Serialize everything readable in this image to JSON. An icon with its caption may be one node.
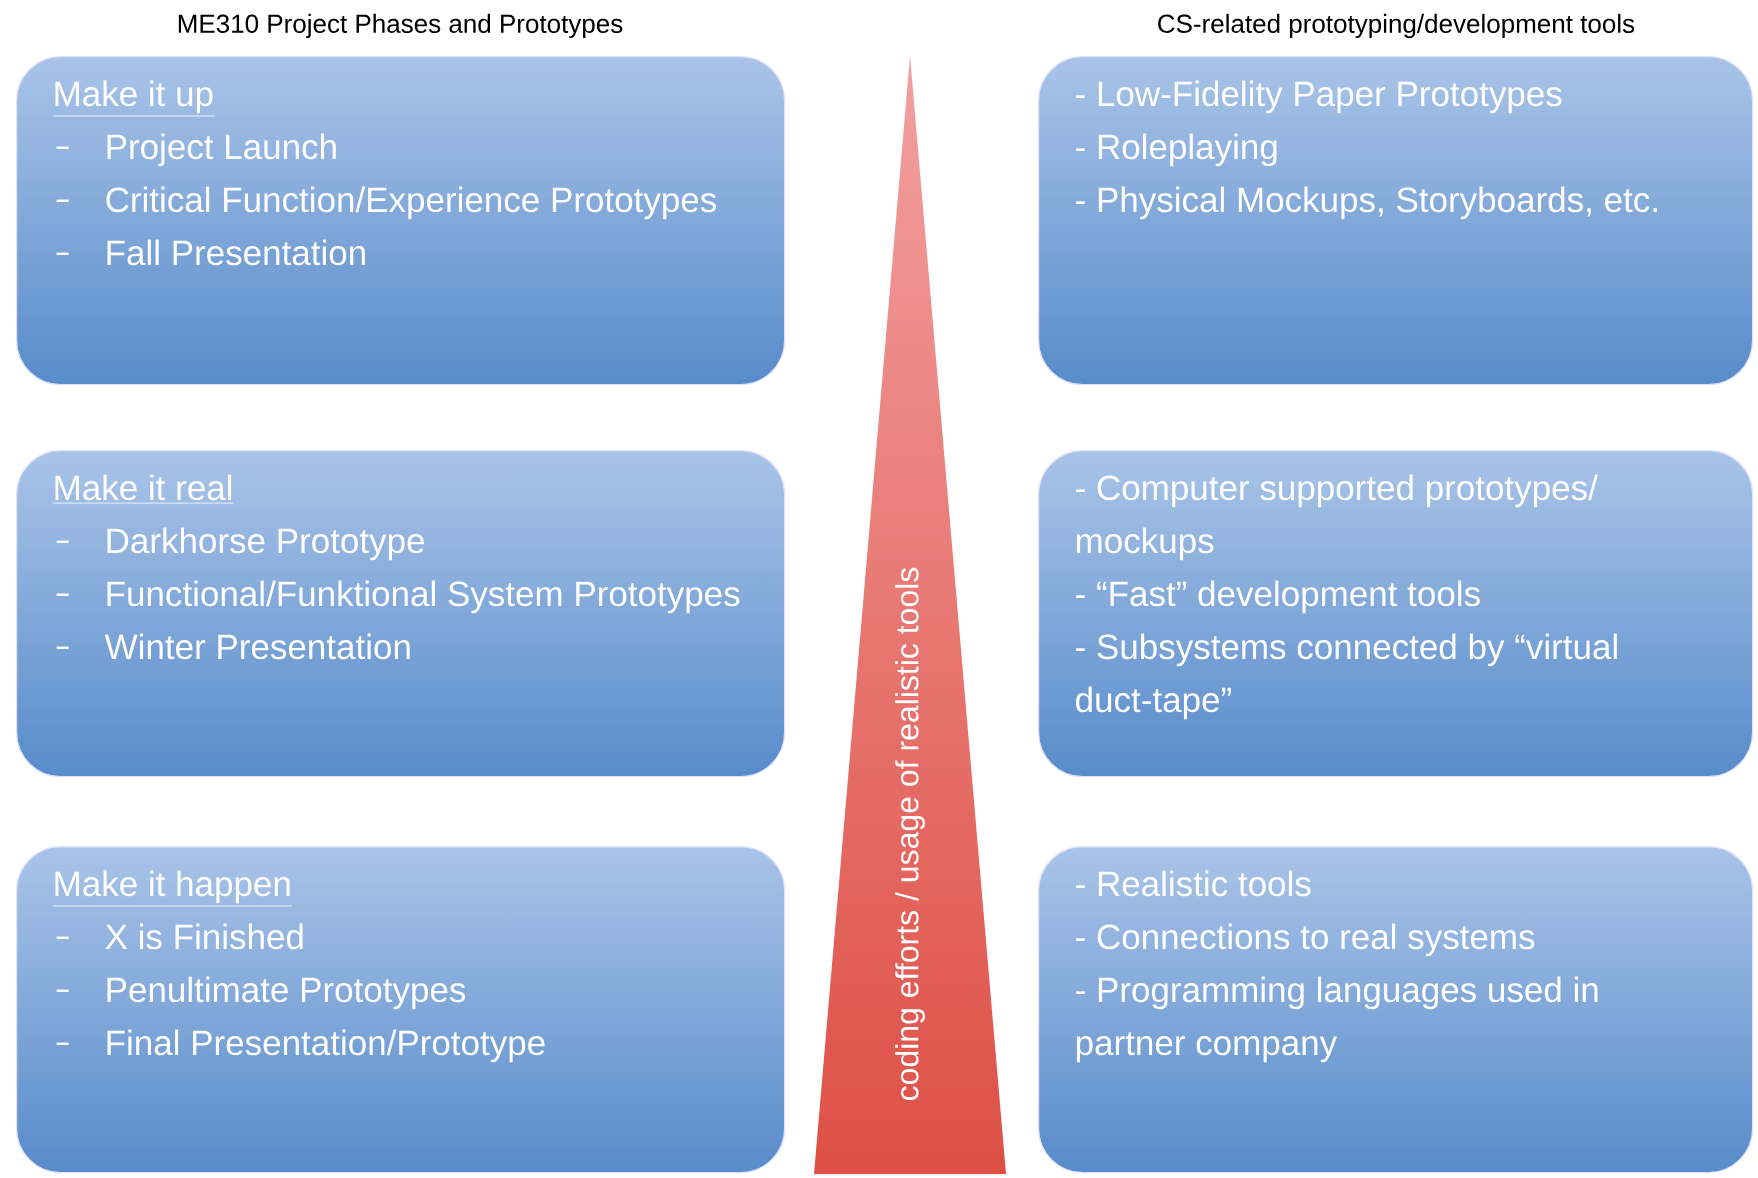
{
  "diagram": {
    "nodes": [
      {
        "text": [
          "Make it up",
          "Project Launch",
          "Critical Function/Experience Prototypes",
          "Fall Presentation"
        ]
      },
      {
        "text": [
          "Make it real",
          "Darkhorse Prototype",
          "Functional/Funktional System Prototypes",
          "Winter Presentation"
        ]
      },
      {
        "text": [
          "Make it happen",
          "X is Finished",
          "Penultimate Prototypes",
          "Final Presentation/Prototype"
        ]
      },
      {
        "text": [
          "- Low-Fidelity Paper Prototypes",
          "- Roleplaying",
          "- Physical Mockups, Storyboards, etc."
        ]
      },
      {
        "text": [
          "- Computer supported prototypes/ mockups",
          "- “Fast” development tools",
          "- Subsystems connected by “virtual duct-tape”"
        ]
      },
      {
        "text": [
          "- Realistic tools",
          "- Connections to real systems",
          "- Programming languages used in partner company"
        ]
      },
      {
        "text": [
          "coding efforts / usage of realistic tools"
        ]
      }
    ],
    "labels": [
      "ME310 Project Phases and Prototypes",
      "CS-related prototyping/development tools"
    ]
  }
}
